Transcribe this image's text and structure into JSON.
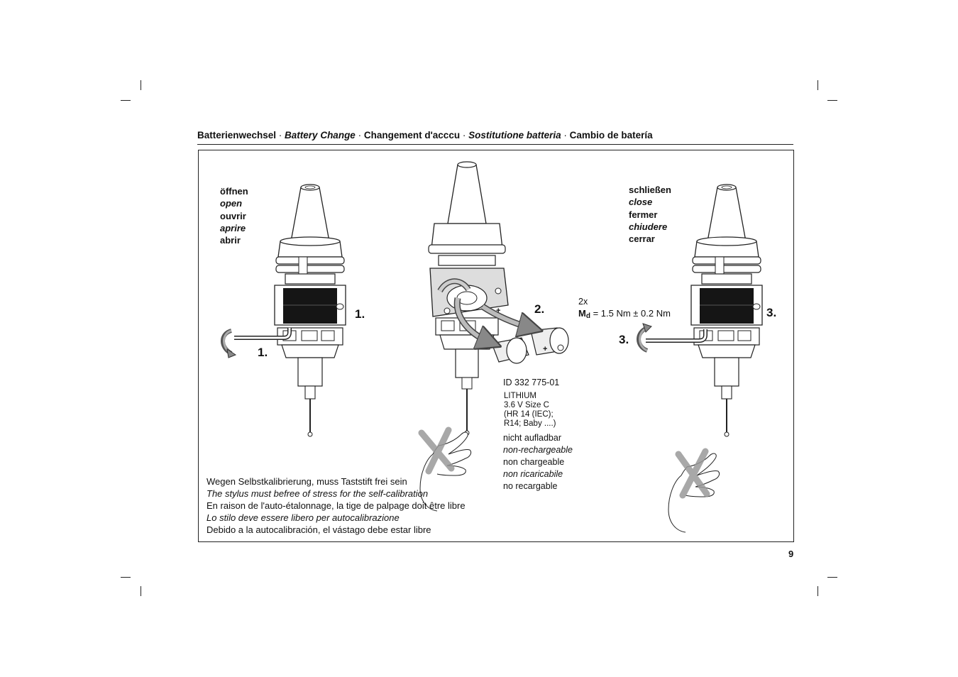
{
  "header": {
    "t1": "Batterienwechsel",
    "t2": "Battery Change",
    "t3": "Changement d'acccu",
    "t4": "Sostitutione batteria",
    "t5": "Cambio de batería",
    "sep": " · "
  },
  "open_labels": [
    "öffnen",
    "open",
    "ouvrir",
    "aprire",
    "abrir"
  ],
  "close_labels": [
    "schließen",
    "close",
    "fermer",
    "chiudere",
    "cerrar"
  ],
  "steps": {
    "s1": "1.",
    "s2": "2.",
    "s3": "3."
  },
  "torque": {
    "count": "2x",
    "symbol": "M",
    "subscript": "d",
    "value": "= 1.5 Nm ± 0.2 Nm"
  },
  "battery": {
    "id": "ID 332 775-01",
    "spec": [
      "LITHIUM",
      "3.6 V Size C",
      "(HR 14 (IEC);",
      "R14; Baby ....)"
    ],
    "notes": [
      "nicht aufladbar",
      "non-rechargeable",
      "non chargeable",
      "non ricaricabile",
      "no recargable"
    ],
    "plus": "+"
  },
  "stylus_note": [
    "Wegen Selbstkalibrierung, muss Taststift frei sein",
    "The stylus must befree of stress for the self-calibration",
    "En raison de l'auto-étalonnage, la tige de palpage doit être libre",
    "Lo stilo deve essere libero per autocalibrazione",
    "Debido a la autocalibración, el vástago debe estar libre"
  ],
  "page_number": "9"
}
